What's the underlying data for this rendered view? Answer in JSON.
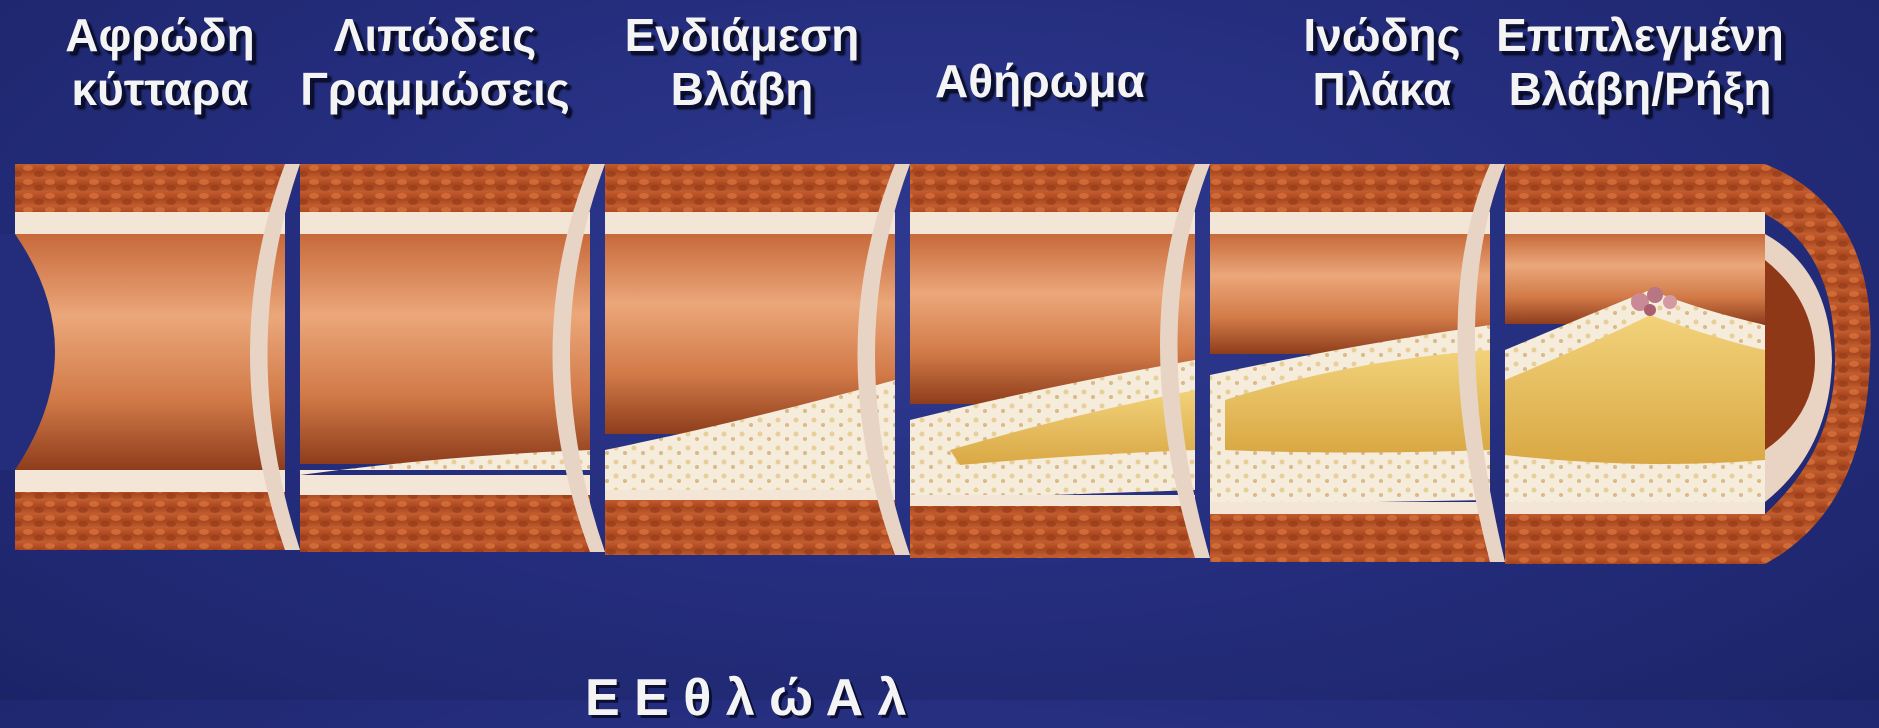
{
  "stages": [
    {
      "line1": "Αφρώδη",
      "line2": "κύτταρα"
    },
    {
      "line1": "Λιπώδεις",
      "line2": "Γραμμώσεις"
    },
    {
      "line1": "Ενδιάμεση",
      "line2": "Βλάβη"
    },
    {
      "line1": "Αθήρωμα",
      "line2": ""
    },
    {
      "line1": "Ινώδης",
      "line2": "Πλάκα"
    },
    {
      "line1": "Επιπλεγμένη",
      "line2": "Βλάβη/Ρήξη"
    }
  ],
  "caption": "Ε Ε θ λ ώ Α λ ",
  "colors": {
    "background": "#242d7c",
    "label_text": "#f4f4f4",
    "muscle": "#b5512a",
    "lumen": "#e2955f",
    "intima": "#f3e6d6",
    "plaque": "#e9c567"
  }
}
